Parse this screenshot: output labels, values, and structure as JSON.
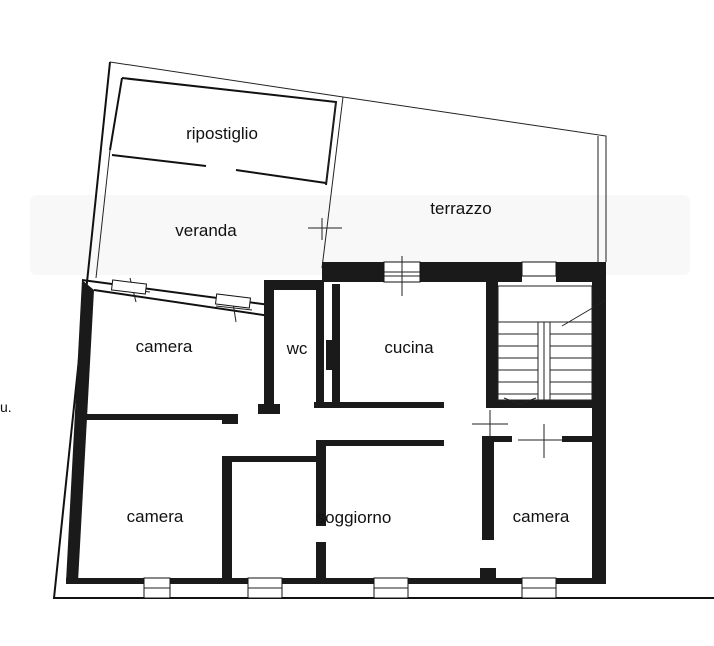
{
  "rooms": {
    "ripostiglio": "ripostiglio",
    "veranda": "veranda",
    "terrazzo": "terrazzo",
    "camera_top_left": "camera",
    "wc": "wc",
    "cucina": "cucina",
    "camera_bottom_left": "camera",
    "soggiorno": "soggiorno",
    "camera_bottom_right": "camera"
  },
  "edge_text": "u."
}
